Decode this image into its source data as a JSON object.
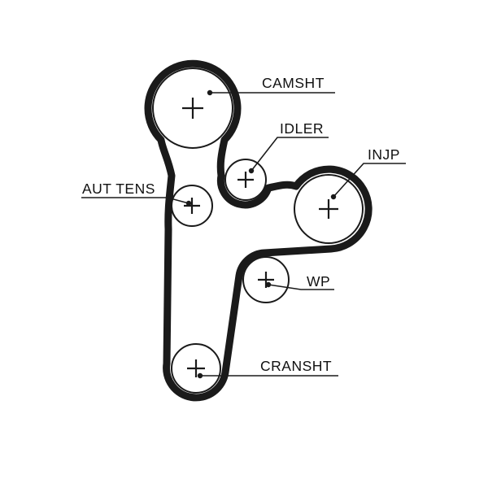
{
  "diagram": {
    "type": "timing-belt-routing",
    "labels": {
      "camsht": "CAMSHT",
      "idler": "IDLER",
      "injp": "INJP",
      "aut_tens": "AUT TENS",
      "wp": "WP",
      "cransht": "CRANSHT"
    },
    "colors": {
      "background": "#ffffff",
      "line": "#1a1a1a",
      "text": "#111111"
    }
  }
}
